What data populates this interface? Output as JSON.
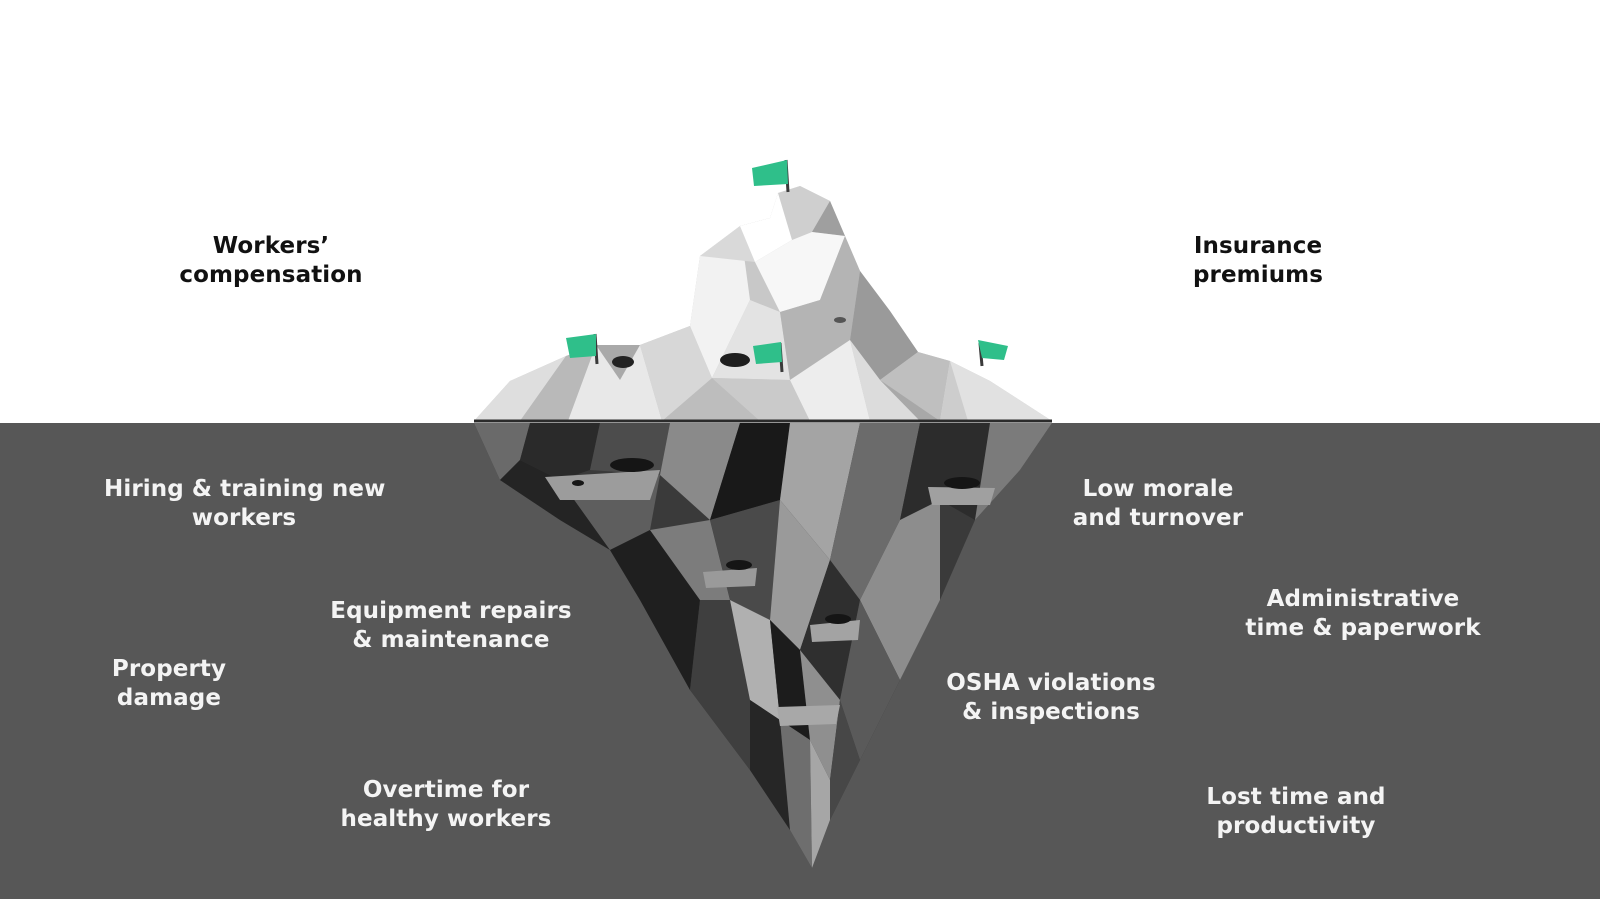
{
  "diagram": {
    "colors": {
      "sky": "#ffffff",
      "water": "#575757",
      "flag": "#2fbf8a",
      "label_above": "#111111",
      "label_below": "#f4f4f4"
    },
    "above_water": [
      {
        "line1": "Workers’",
        "line2": "compensation"
      },
      {
        "line1": "Insurance",
        "line2": "premiums"
      }
    ],
    "below_water": [
      {
        "line1": "Hiring & training new",
        "line2": "workers"
      },
      {
        "line1": "Equipment repairs",
        "line2": "& maintenance"
      },
      {
        "line1": "Property",
        "line2": "damage"
      },
      {
        "line1": "Overtime for",
        "line2": "healthy workers"
      },
      {
        "line1": "Low morale",
        "line2": "and turnover"
      },
      {
        "line1": "Administrative",
        "line2": "time & paperwork"
      },
      {
        "line1": "OSHA violations",
        "line2": "& inspections"
      },
      {
        "line1": "Lost time and",
        "line2": "productivity"
      }
    ],
    "icons": [
      "iceberg-icon",
      "flag-icon"
    ]
  }
}
